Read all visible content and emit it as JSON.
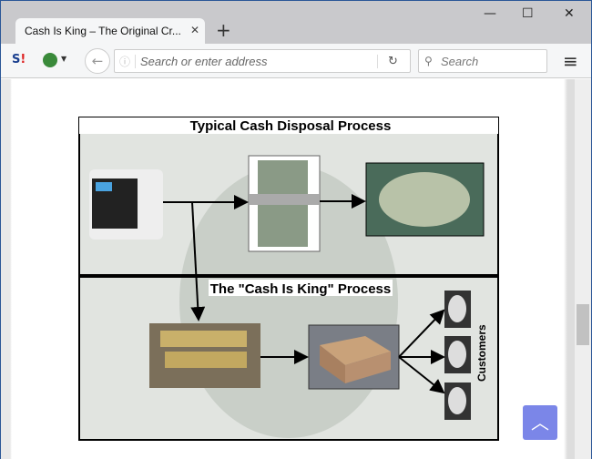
{
  "browser": {
    "tab_title": "Cash Is King – The Original Cr...",
    "address_placeholder": "Search or enter address",
    "search_placeholder": "Search"
  },
  "figure": {
    "title_top": "Typical Cash Disposal Process",
    "title_bottom": "The \"Cash Is King\" Process",
    "customers_label": "Customers"
  },
  "colors": {
    "back_to_top": "#7b86e8"
  }
}
